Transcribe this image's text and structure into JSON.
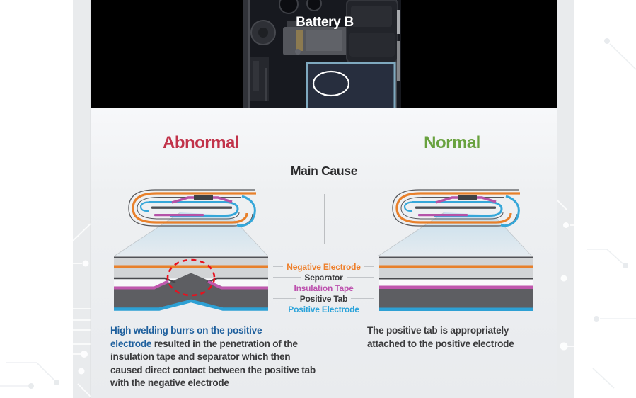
{
  "photo": {
    "battery_label": "Battery B"
  },
  "sections": {
    "abnormal_title": "Abnormal",
    "normal_title": "Normal",
    "main_cause_title": "Main Cause"
  },
  "layer_labels": [
    {
      "text": "Negative Electrode",
      "color": "#ee7f2b"
    },
    {
      "text": "Separator",
      "color": "#3a3a3c"
    },
    {
      "text": "Insulation Tape",
      "color": "#bd52ae"
    },
    {
      "text": "Positive Tab",
      "color": "#3a3a3c"
    },
    {
      "text": "Positive Electrode",
      "color": "#2ba3da"
    }
  ],
  "abnormal_note": {
    "highlight": [
      "High welding burrs on the positive",
      "electrode"
    ],
    "rest": " resulted in the penetration of the insulation tape and separator which then caused direct contact between the positive tab with the negative electrode"
  },
  "normal_note": {
    "text": "The positive tab is appropriately attached to the positive electrode"
  },
  "colors": {
    "abnormal": "#c1334a",
    "normal": "#69a23f",
    "highlight_text": "#1e5f9d",
    "negative_electrode": "#ee7f2b",
    "separator": "#3a3a3c",
    "insulation_tape": "#bd52ae",
    "positive_tab": "#55565a",
    "positive_electrode": "#2ba3da",
    "defect_circle": "#e8101e",
    "battery_box_border": "#7fa9bf"
  }
}
